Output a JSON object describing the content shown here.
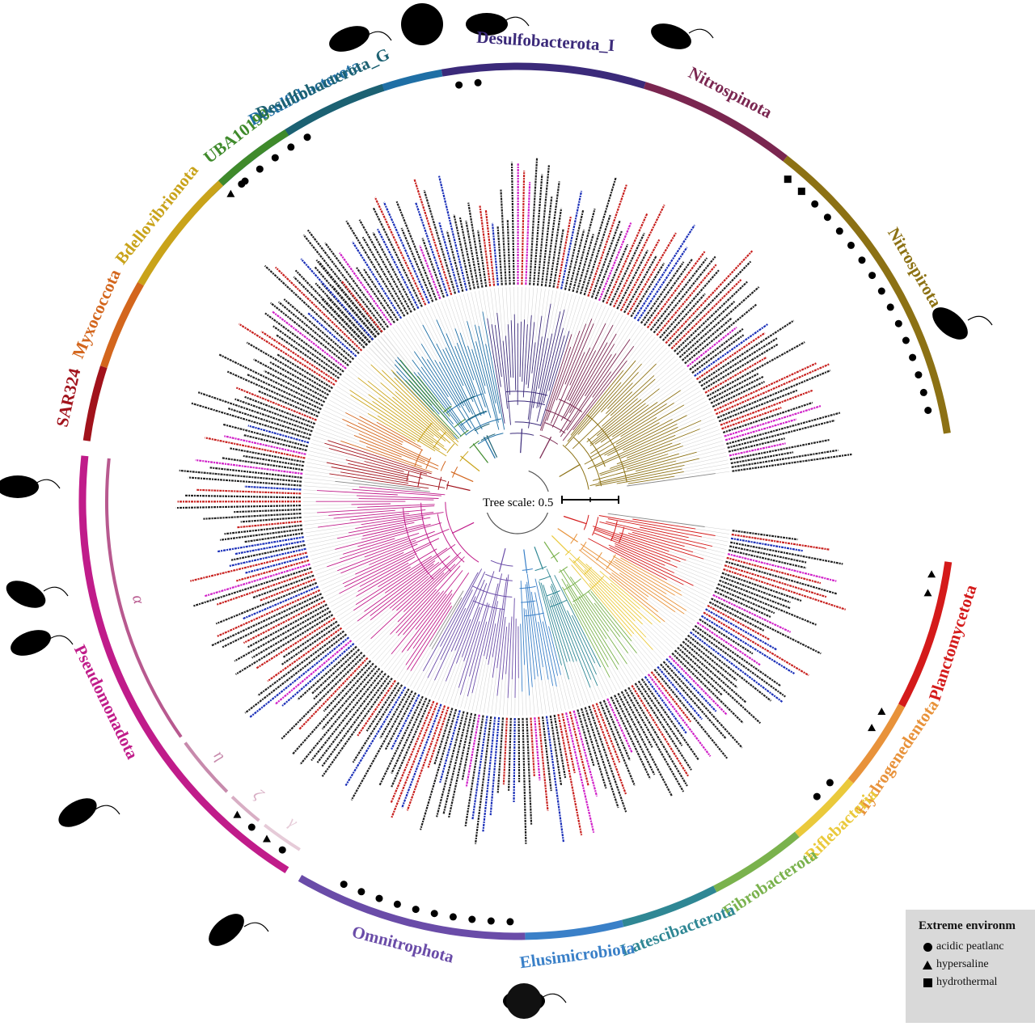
{
  "tree": {
    "scale_label": "Tree scale: 0.5",
    "scale_value": 0.5
  },
  "phyla": [
    {
      "name": "Desulfobacterota",
      "color": "#1f6fa5",
      "start": -45,
      "end": -10,
      "markers": [
        "triangle",
        "circle",
        "circle",
        "circle",
        "circle",
        "circle"
      ]
    },
    {
      "name": "Desulfobacterota_I",
      "color": "#3b2a7a",
      "start": -10,
      "end": 17,
      "markers": [
        "circle",
        "circle"
      ]
    },
    {
      "name": "Nitrospinota",
      "color": "#7a2650",
      "start": 17,
      "end": 38,
      "markers": []
    },
    {
      "name": "Nitrospirota",
      "color": "#8c7114",
      "start": 38,
      "end": 81,
      "markers": [
        "square",
        "square",
        "circle",
        "circle",
        "circle",
        "circle",
        "circle",
        "circle",
        "circle",
        "circle",
        "circle",
        "circle",
        "circle",
        "circle",
        "circle",
        "circle"
      ]
    },
    {
      "name": "Planctomycetota",
      "color": "#d41a1a",
      "start": 98,
      "end": 118,
      "markers": [
        "triangle",
        "triangle"
      ]
    },
    {
      "name": "Hydrogenedentota",
      "color": "#e8923a",
      "start": 118,
      "end": 130,
      "markers": [
        "triangle",
        "triangle"
      ]
    },
    {
      "name": "Riflebacteria",
      "color": "#eac93b",
      "start": 130,
      "end": 140,
      "markers": [
        "circle",
        "circle"
      ]
    },
    {
      "name": "Fibrobacterota",
      "color": "#7ab24d",
      "start": 140,
      "end": 153,
      "markers": []
    },
    {
      "name": "Latescibacterota",
      "color": "#2f8794",
      "start": 153,
      "end": 166,
      "markers": []
    },
    {
      "name": "Elusimicrobiota",
      "color": "#3a80c8",
      "start": 166,
      "end": 179,
      "markers": []
    },
    {
      "name": "Omnitrophota",
      "color": "#6a4ca8",
      "start": 179,
      "end": 210,
      "markers": [
        "circle",
        "circle",
        "circle",
        "circle",
        "circle",
        "circle",
        "circle",
        "circle",
        "circle",
        "circle"
      ]
    },
    {
      "name": "Pseudomonadota",
      "color": "#c01c8a",
      "start": 212,
      "end": 276,
      "markers": [
        "circle",
        "triangle",
        "circle",
        "triangle"
      ]
    },
    {
      "name": "SAR324",
      "color": "#a1121b",
      "start": 278,
      "end": 288,
      "markers": []
    },
    {
      "name": "Myxococcota",
      "color": "#d3661d",
      "start": 288,
      "end": 300,
      "markers": []
    },
    {
      "name": "Bdellovibrionota",
      "color": "#c9a31a",
      "start": 300,
      "end": 317,
      "markers": []
    },
    {
      "name": "UBA10199",
      "color": "#3f8a2b",
      "start": 317,
      "end": 328,
      "markers": [
        "circle"
      ]
    },
    {
      "name": "Desulfobacterota_G",
      "color": "#1c6172",
      "start": 328,
      "end": 342,
      "markers": []
    }
  ],
  "classes": [
    {
      "name": "α",
      "color": "#b8598f",
      "start": 235,
      "end": 276
    },
    {
      "name": "η",
      "color": "#c78aac",
      "start": 225,
      "end": 234
    },
    {
      "name": "ζ",
      "color": "#d8aec4",
      "start": 219,
      "end": 224
    },
    {
      "name": "γ",
      "color": "#e6cbd8",
      "start": 212,
      "end": 218
    }
  ],
  "leaf_colors": {
    "reference": "#222222",
    "highlight_red": "#c8201e",
    "highlight_blue": "#1a2fb8",
    "highlight_magenta": "#d020c8"
  },
  "legend": {
    "title": "Extreme environm",
    "items": [
      {
        "shape": "circle",
        "label": "acidic peatlanc"
      },
      {
        "shape": "triangle",
        "label": "hypersaline"
      },
      {
        "shape": "square",
        "label": "hydrothermal"
      }
    ]
  }
}
